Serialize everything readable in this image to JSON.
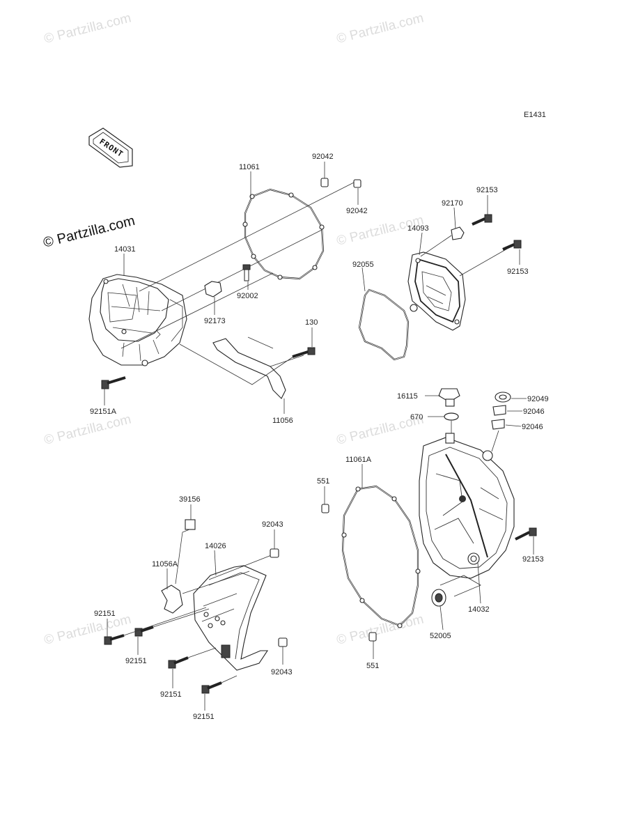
{
  "diagram_code": "E1431",
  "front_label": "FRONT",
  "watermark_main": "© Partzilla.com",
  "watermark_faint": "© Partzilla.com",
  "labels": {
    "p92042_a": "92042",
    "p11061": "11061",
    "p92042_b": "92042",
    "p14031": "14031",
    "p92002": "92002",
    "p92173": "92173",
    "p130": "130",
    "p92151A": "92151A",
    "p11056": "11056",
    "p92055": "92055",
    "p92153_a": "92153",
    "p92170": "92170",
    "p14093": "14093",
    "p92153_b": "92153",
    "p16115": "16115",
    "p670": "670",
    "p92049": "92049",
    "p92046_a": "92046",
    "p92046_b": "92046",
    "p11061A": "11061A",
    "p551_a": "551",
    "p92153_c": "92153",
    "p14032": "14032",
    "p52005": "52005",
    "p551_b": "551",
    "p39156": "39156",
    "p92043_a": "92043",
    "p14026": "14026",
    "p11056A": "11056A",
    "p92151_a": "92151",
    "p92151_b": "92151",
    "p92043_b": "92043",
    "p92151_c": "92151",
    "p92151_d": "92151"
  }
}
